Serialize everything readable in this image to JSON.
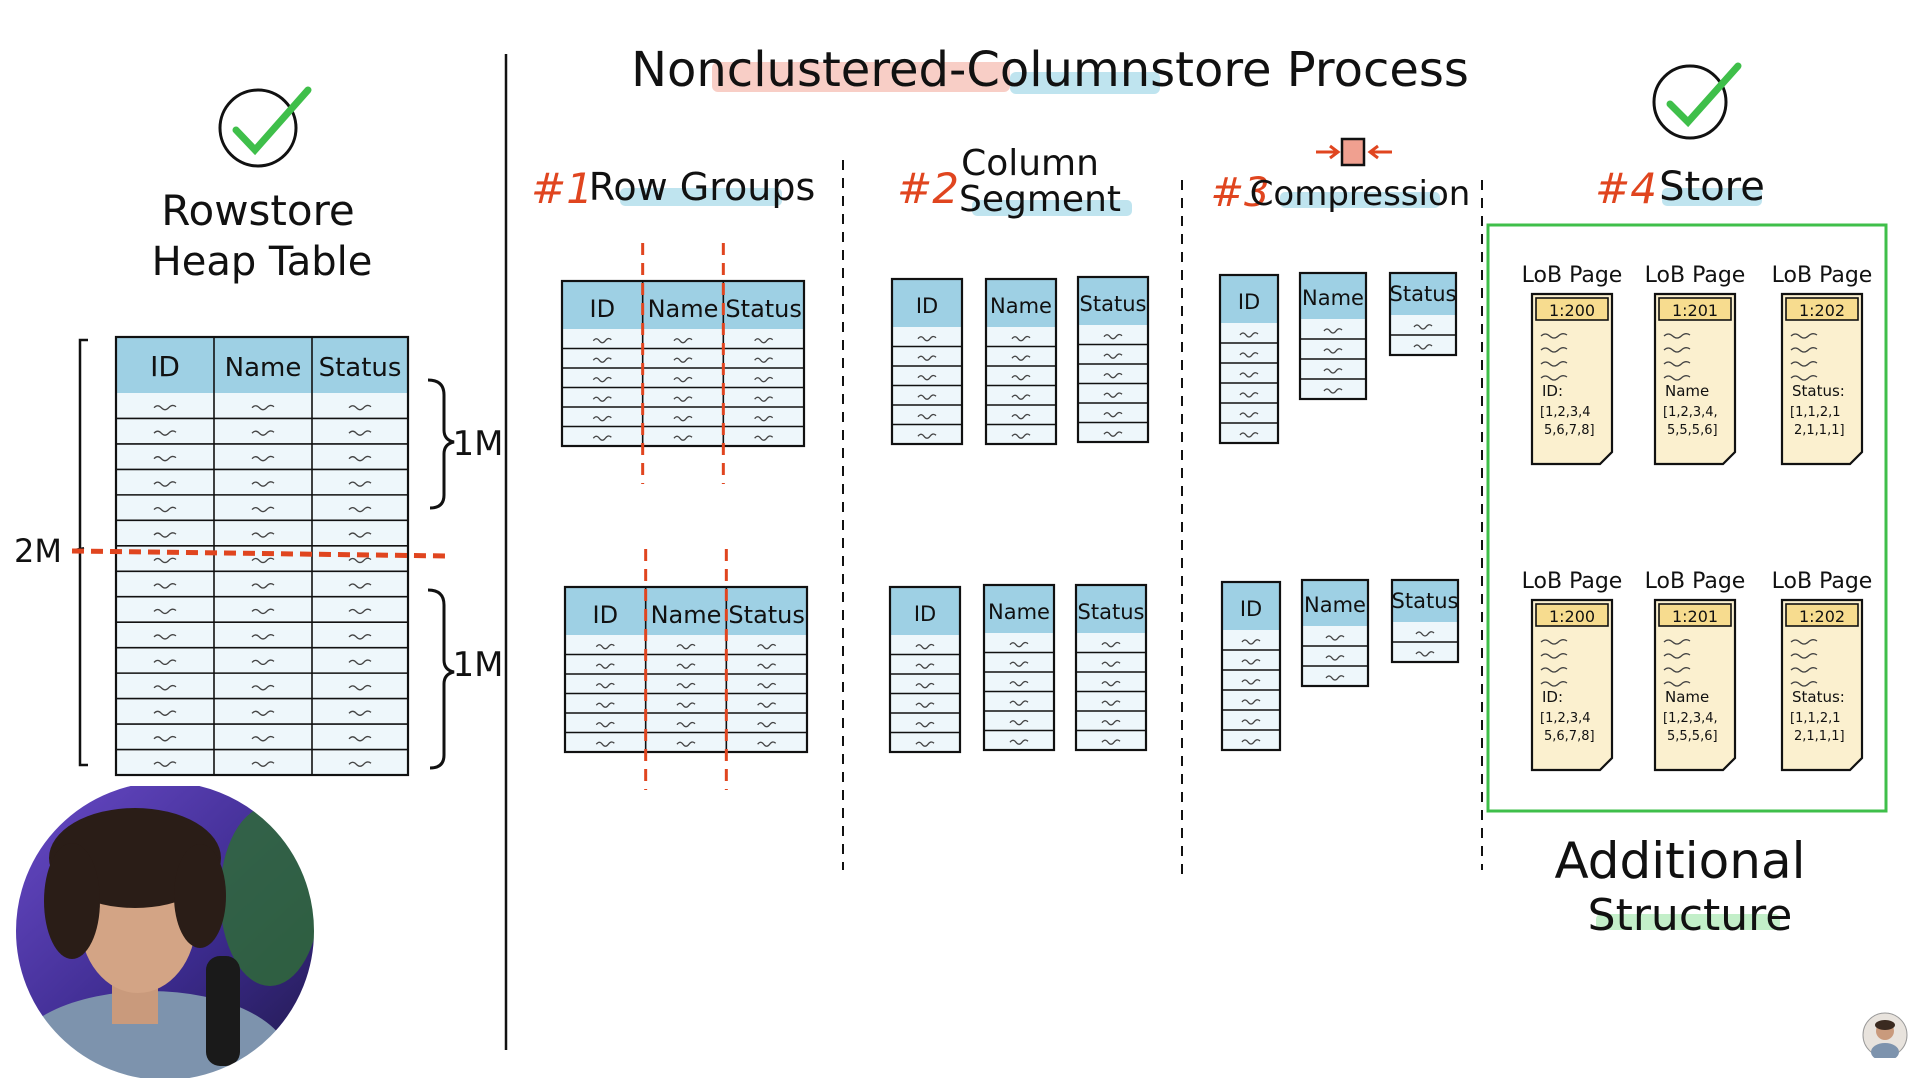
{
  "title": "Nonclustered-Columnstore Process",
  "rowstore": {
    "line1": "Rowstore",
    "line2": "Heap Table",
    "check_icon": "check-circle-icon"
  },
  "table_headers": [
    "ID",
    "Name",
    "Status"
  ],
  "left_labels": {
    "total": "2M",
    "upper": "1M",
    "lower": "1M"
  },
  "steps": [
    {
      "num": "#1",
      "label": "Row Groups"
    },
    {
      "num": "#2",
      "label_line1": "Column",
      "label_line2": "Segment"
    },
    {
      "num": "#3",
      "label": "Compression",
      "icon": "compress-icon"
    },
    {
      "num": "#4",
      "label": "Store",
      "check_icon": "check-circle-icon"
    }
  ],
  "lob_pages": [
    {
      "label": "LoB Page",
      "id": "1:200",
      "field": "ID:",
      "values_line1": "[1,2,3,4",
      "values_line2": "5,6,7,8]"
    },
    {
      "label": "LoB Page",
      "id": "1:201",
      "field": "Name",
      "values_line1": "[1,2,3,4,",
      "values_line2": "5,5,5,6]"
    },
    {
      "label": "LoB Page",
      "id": "1:202",
      "field": "Status:",
      "values_line1": "[1,1,2,1",
      "values_line2": "2,1,1,1]"
    }
  ],
  "additional": {
    "line1": "Additional",
    "line2": "Structure"
  },
  "colors": {
    "accent_red": "#e0451f",
    "header_blue": "#9ed0e4",
    "store_green": "#3fbf4a",
    "lob_yellow": "#fbf0cf"
  }
}
